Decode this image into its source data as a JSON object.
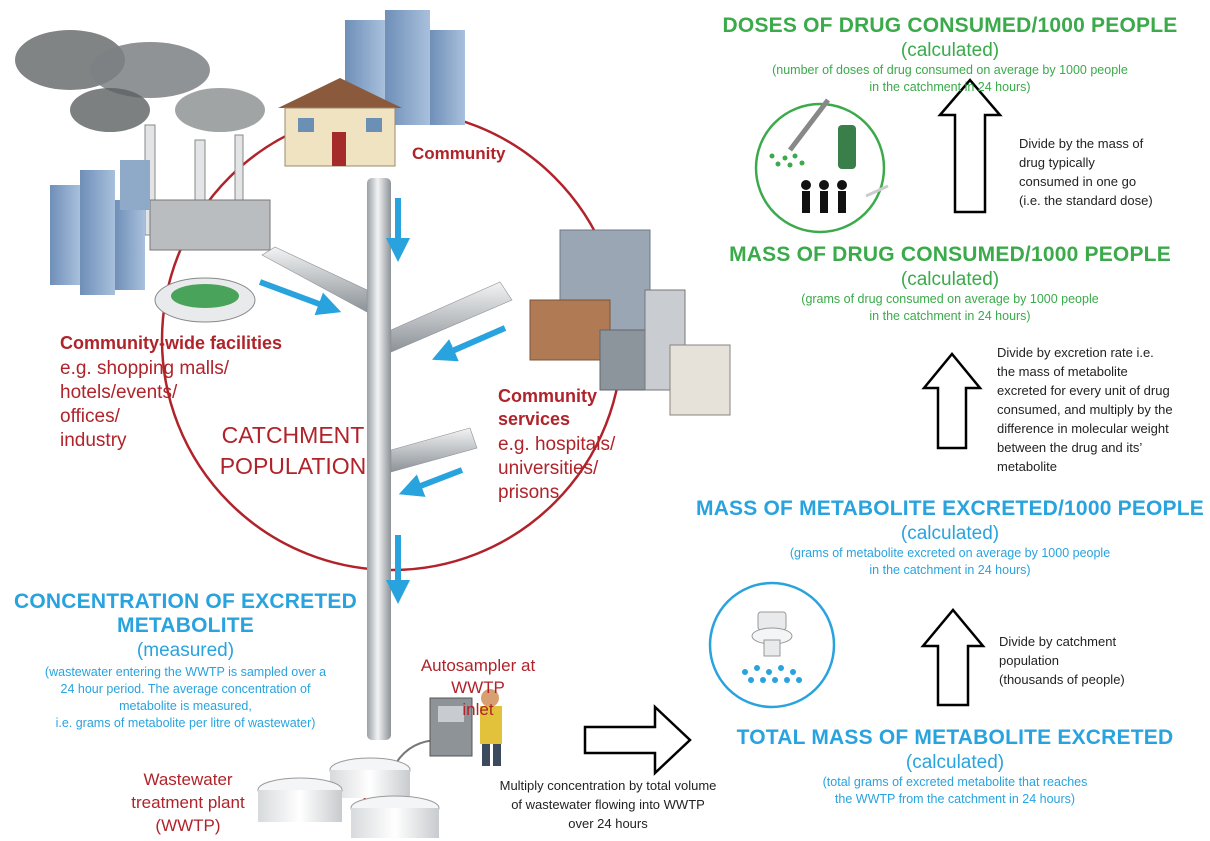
{
  "left": {
    "community_label": "Community",
    "facilities_title": "Community-wide facilities",
    "facilities_lines": [
      "e.g. shopping malls/",
      "hotels/events/",
      "offices/",
      "industry"
    ],
    "catchment_lines": [
      "CATCHMENT",
      "POPULATION"
    ],
    "services_title_lines": [
      "Community",
      "services"
    ],
    "services_lines": [
      "e.g. hospitals/",
      "universities/",
      "prisons"
    ],
    "concentration_title_lines": [
      "CONCENTRATION OF EXCRETED",
      "METABOLITE"
    ],
    "concentration_sub": "(measured)",
    "concentration_note_lines": [
      "(wastewater entering the WWTP is sampled over a",
      "24 hour period.  The average concentration of",
      "metabolite is measured,",
      "i.e. grams of metabolite per litre of wastewater)"
    ],
    "autosampler_lines": [
      "Autosampler at",
      "WWTP",
      "inlet"
    ],
    "wwtp_lines": [
      "Wastewater",
      "treatment plant",
      "(WWTP)"
    ],
    "multiply_lines": [
      "Multiply concentration by total volume",
      "of wastewater flowing into WWTP",
      "over 24 hours"
    ]
  },
  "right": {
    "doses": {
      "title": "DOSES OF DRUG CONSUMED/1000 PEOPLE",
      "sub": "(calculated)",
      "note_lines": [
        "(number of doses of drug consumed on average by 1000 people",
        "in the catchment in 24 hours)"
      ]
    },
    "divide_dose_lines": [
      "Divide by the mass of",
      "drug typically",
      "consumed in one go",
      "(i.e. the standard dose)"
    ],
    "mass_drug": {
      "title": "MASS OF DRUG CONSUMED/1000 PEOPLE",
      "sub": "(calculated)",
      "note_lines": [
        "(grams of drug consumed on average by 1000 people",
        "in the catchment in 24 hours)"
      ]
    },
    "divide_excretion_lines": [
      "Divide by excretion rate i.e.",
      "the mass of metabolite",
      "excreted for every unit of drug",
      "consumed, and multiply by the",
      "difference in molecular weight",
      "between the drug and its’",
      "metabolite"
    ],
    "mass_metabolite": {
      "title": "MASS OF METABOLITE EXCRETED/1000 PEOPLE",
      "sub": "(calculated)",
      "note_lines": [
        "(grams of metabolite excreted on average by 1000 people",
        "in the catchment in 24 hours)"
      ]
    },
    "divide_population_lines": [
      "Divide by catchment",
      "population",
      "(thousands of people)"
    ],
    "total_mass": {
      "title": "TOTAL MASS OF METABOLITE EXCRETED",
      "sub": "(calculated)",
      "note_lines": [
        "(total grams of excreted metabolite that reaches",
        "the WWTP from the catchment in 24 hours)"
      ]
    }
  },
  "colors": {
    "red": "#b0232a",
    "green": "#3aaa4a",
    "blue": "#29a3de",
    "pipe": "#cfd3d6"
  },
  "icons": [
    "factory-icon",
    "skyscrapers-icon",
    "house-icon",
    "stadium-icon",
    "office-buildings-icon",
    "pills-syringe-icon",
    "toilet-icon",
    "tablets-icon",
    "worker-icon",
    "tank-icon"
  ]
}
